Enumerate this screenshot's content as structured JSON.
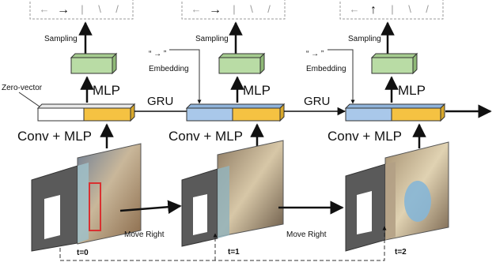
{
  "steps": [
    {
      "sampling": "Sampling",
      "mlp": "MLP",
      "conv": "Conv + MLP",
      "time": "t=0",
      "action_glyphs": [
        "←",
        "→",
        "|",
        "\\",
        "/"
      ],
      "selected_index": 1,
      "left_note": "Zero-vector",
      "embed_label": "",
      "embed_glyph": ""
    },
    {
      "sampling": "Sampling",
      "mlp": "MLP",
      "conv": "Conv + MLP",
      "time": "t=1",
      "action_glyphs": [
        "←",
        "→",
        "|",
        "\\",
        "/"
      ],
      "selected_index": 1,
      "left_note": "",
      "embed_label": "Embedding",
      "embed_glyph": "“ → ”"
    },
    {
      "sampling": "Sampling",
      "mlp": "MLP",
      "conv": "Conv + MLP",
      "time": "t=2",
      "action_glyphs": [
        "←",
        "↑",
        "|",
        "\\",
        "/"
      ],
      "selected_index": 1,
      "left_note": "",
      "embed_label": "Embedding",
      "embed_glyph": "“ → ”"
    }
  ],
  "transitions": [
    {
      "gru": "GRU",
      "move": "Move  Right"
    },
    {
      "gru": "GRU",
      "move": "Move  Right"
    }
  ],
  "colors": {
    "hidden_blue": "#a9c8ea",
    "feature_orange": "#f5c242",
    "mlp_green": "#b9dca5",
    "border": "#333333",
    "dashed_box": "#9a9a9a",
    "frame_gray": "#5a5a5a"
  }
}
